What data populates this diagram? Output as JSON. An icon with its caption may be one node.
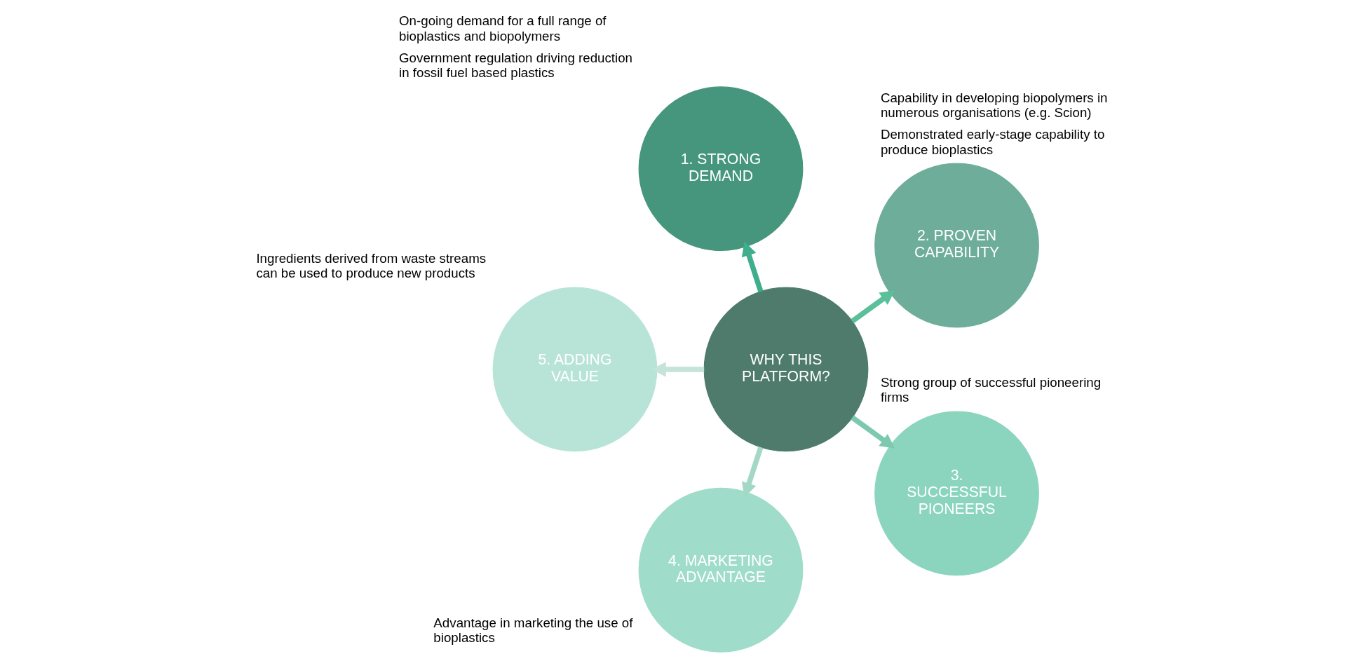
{
  "diagram": {
    "nodes": [
      {
        "text": [
          "WHY THIS PLATFORM?"
        ]
      },
      {
        "text": [
          "1. STRONG DEMAND"
        ],
        "beside": [
          "On-going demand for a full range of bioplastics and biopolymers",
          "Government regulation driving reduction in fossil fuel based plastics"
        ]
      },
      {
        "text": [
          "2. PROVEN CAPABILITY"
        ],
        "beside": [
          "Capability in developing biopolymers in numerous organisations (e.g. Scion)",
          "Demonstrated early-stage capability to produce bioplastics"
        ]
      },
      {
        "text": [
          "3. SUCCESSFUL PIONEERS"
        ],
        "beside": [
          "Strong group of successful pioneering firms"
        ]
      },
      {
        "text": [
          "4. MARKETING ADVANTAGE"
        ],
        "beside": [
          "Advantage in marketing the use of bioplastics"
        ]
      },
      {
        "text": [
          "5. ADDING VALUE"
        ],
        "beside": [
          "Ingredients derived from waste streams can be used to produce new products"
        ]
      }
    ],
    "edges": [
      {
        "from": 0,
        "to": 1,
        "arrow": "to",
        "color": "#3fae8c"
      },
      {
        "from": 0,
        "to": 2,
        "arrow": "to",
        "color": "#5bbf9a"
      },
      {
        "from": 0,
        "to": 3,
        "arrow": "to",
        "color": "#7dc9b0"
      },
      {
        "from": 0,
        "to": 4,
        "arrow": "to",
        "color": "#a4d8c6"
      },
      {
        "from": 0,
        "to": 5,
        "arrow": "to",
        "color": "#c5e3d8"
      }
    ]
  }
}
